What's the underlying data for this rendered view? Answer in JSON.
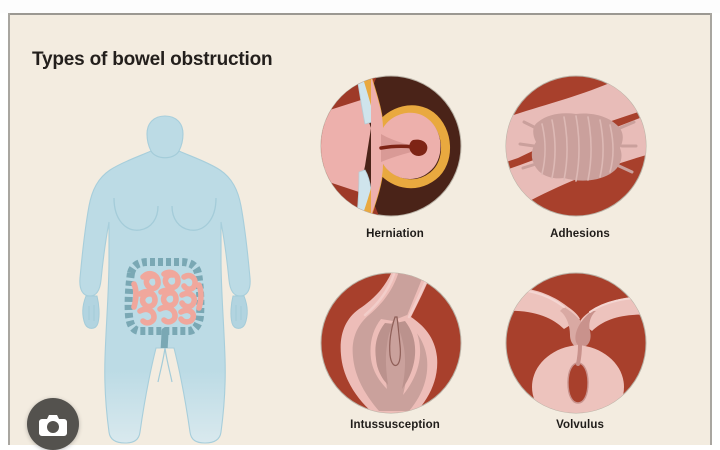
{
  "poster": {
    "title": "Types of bowel obstruction",
    "background_color": "#f3ece0",
    "title_color": "#231f1c"
  },
  "figure": {
    "name": "human-torso-anatomy",
    "body_color": "#bcdbe5",
    "body_shade_color": "#a9cfdb",
    "colon_color": "#7aa8b4",
    "small_intestine_color": "#f0a79c"
  },
  "panels": [
    {
      "id": "herniation",
      "label": "Herniation",
      "background_color": "#4a2318",
      "bowel_color": "#edb0ac",
      "outline_color": "#e9a93f",
      "wedge_color": "#cfe4ec",
      "accent_color": "#9e3a28",
      "knob_color": "#7e2415"
    },
    {
      "id": "adhesions",
      "label": "Adhesions",
      "background_color": "#a8402c",
      "bowel_color": "#e8bcb8",
      "adhesion_color": "#caa09c",
      "fiber_color": "#e0c3c0"
    },
    {
      "id": "intussusception",
      "label": "Intussusception",
      "background_color": "#a8402c",
      "bowel_color": "#caa19c",
      "outline_color": "#edbdb8",
      "shade_color": "#bb928d"
    },
    {
      "id": "volvulus",
      "label": "Volvulus",
      "background_color": "#a8402c",
      "bowel_color": "#edc3bd",
      "shade_color": "#d9a9a3",
      "twist_color": "#c9928c"
    }
  ],
  "overlay": {
    "camera_button_name": "camera-icon",
    "camera_button_color": "#54524e"
  }
}
